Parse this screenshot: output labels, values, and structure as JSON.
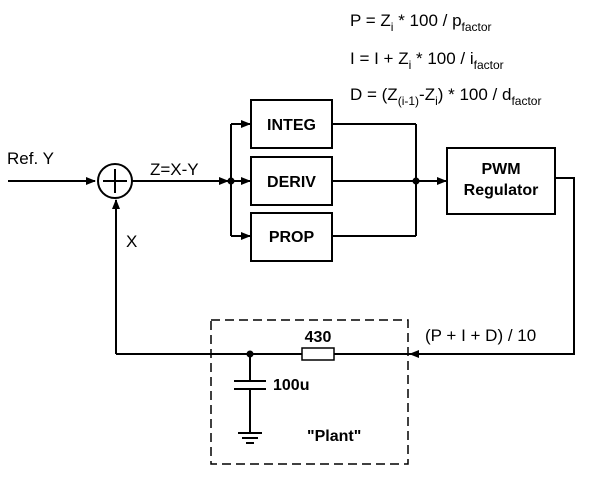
{
  "formulas": {
    "p": {
      "lhs": "P = Z",
      "i_sub": "i",
      "mid": " * 100 / p",
      "sub": "factor"
    },
    "i": {
      "lhs": "I = I + Z",
      "i_sub": "i",
      "mid": " * 100 / i",
      "sub": "factor"
    },
    "d": {
      "lhs": "D = (Z",
      "sub1": "(i-1)",
      "dash": "-Z",
      "i_sub": "i",
      "mid": ") * 100 / d",
      "sub": "factor"
    }
  },
  "labels": {
    "ref": "Ref. Y",
    "error": "Z=X-Y",
    "feedback": "X",
    "sum": "(P + I + D) / 10",
    "resistor": "430",
    "capacitor": "100u",
    "plant": "\"Plant\""
  },
  "blocks": {
    "integ": "INTEG",
    "deriv": "DERIV",
    "prop": "PROP",
    "pwm_line1": "PWM",
    "pwm_line2": "Regulator"
  }
}
